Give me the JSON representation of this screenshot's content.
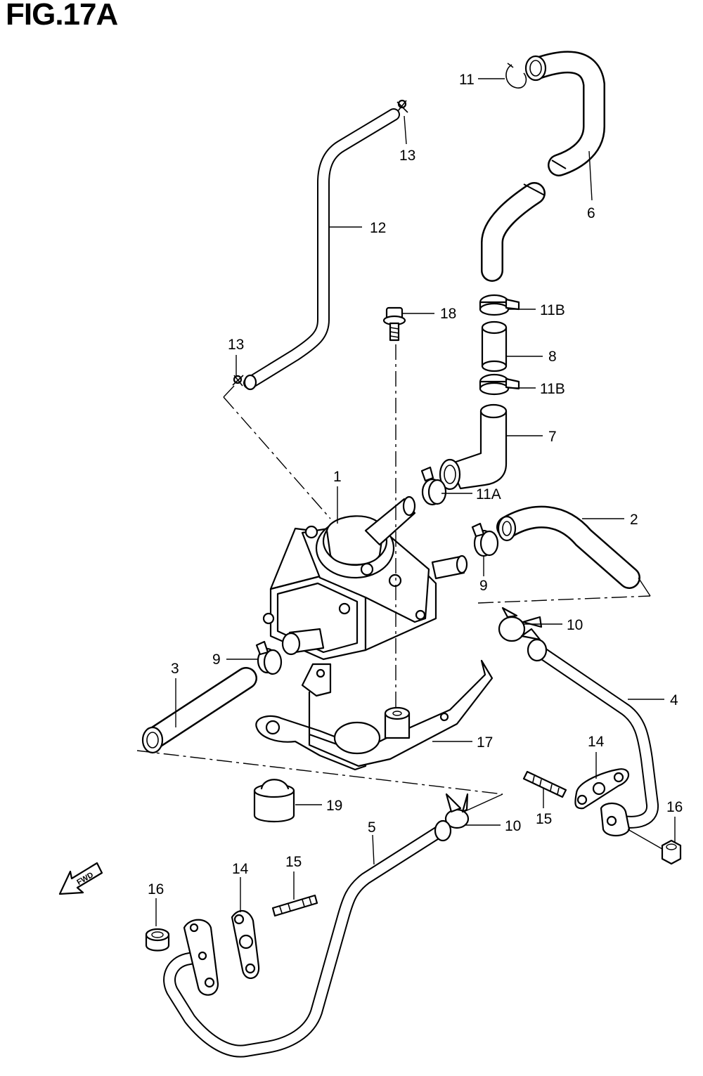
{
  "figure": {
    "title": "FIG.17A",
    "fwd_label": "FWD"
  },
  "callouts": {
    "c1": "1",
    "c2": "2",
    "c3": "3",
    "c4": "4",
    "c5": "5",
    "c6": "6",
    "c7": "7",
    "c8": "8",
    "c9a": "9",
    "c9b": "9",
    "c10a": "10",
    "c10b": "10",
    "c11": "11",
    "c11a": "11A",
    "c11b_top": "11B",
    "c11b_bot": "11B",
    "c12": "12",
    "c13_top": "13",
    "c13_bot": "13",
    "c14_right": "14",
    "c14_left": "14",
    "c15_right": "15",
    "c15_left": "15",
    "c16_right": "16",
    "c16_left": "16",
    "c17": "17",
    "c18": "18",
    "c19": "19"
  }
}
